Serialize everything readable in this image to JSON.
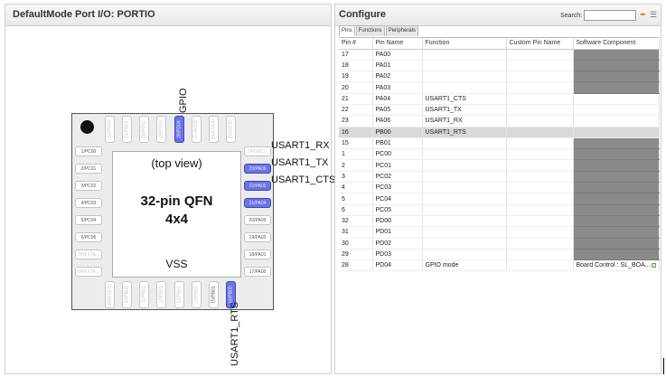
{
  "left_panel": {
    "title": "DefaultMode Port I/O: PORTIO"
  },
  "chip": {
    "top_view": "(top view)",
    "title_line1": "32-pin QFN",
    "title_line2": "4x4",
    "vss": "VSS",
    "left_pins": [
      "1/PC00",
      "2/PC01",
      "3/PC02",
      "4/PC03",
      "5/PC04",
      "6/PC05",
      "7/HFXTA...",
      "8/HFXTA..."
    ],
    "right_pins": [
      "24/DEC...",
      "23/PA06",
      "22/PA05",
      "21/PA04",
      "20/PA03",
      "19/PA02",
      "18/PA01",
      "17/PA00"
    ],
    "top_pins": [
      "32/PD00",
      "31/PD01",
      "30/PD02",
      "29/PD03",
      "28/PD04",
      "27/AVDD",
      "26/IOVDD",
      "25/DVDD"
    ],
    "bottom_pins": [
      "9/RESETn",
      "10/PB00",
      "11/PB01",
      "12/PB02",
      "13/PB03",
      "14/PB04",
      "15/PB01",
      "16/PB00"
    ],
    "signals": {
      "gpio": "GPIO",
      "rx": "USART1_RX",
      "tx": "USART1_TX",
      "cts": "USART1_CTS",
      "rts": "USART1_RTS"
    }
  },
  "right_panel": {
    "title": "Configure",
    "search_label": "Search:",
    "search_value": "",
    "tabs": [
      "Pins",
      "Functions",
      "Peripherals"
    ],
    "columns": [
      "Pin #",
      "Pin Name",
      "Function",
      "Custom Pin Name",
      "Software Component"
    ],
    "rows": [
      {
        "pin": "17",
        "name": "PA00",
        "function": "",
        "custom": "",
        "software": "",
        "gray": true
      },
      {
        "pin": "18",
        "name": "PA01",
        "function": "",
        "custom": "",
        "software": "",
        "gray": true
      },
      {
        "pin": "19",
        "name": "PA02",
        "function": "",
        "custom": "",
        "software": "",
        "gray": true
      },
      {
        "pin": "20",
        "name": "PA03",
        "function": "",
        "custom": "",
        "software": "",
        "gray": true
      },
      {
        "pin": "21",
        "name": "PA04",
        "function": "USART1_CTS",
        "custom": "",
        "software": "",
        "gray": false
      },
      {
        "pin": "22",
        "name": "PA05",
        "function": "USART1_TX",
        "custom": "",
        "software": "",
        "gray": false
      },
      {
        "pin": "23",
        "name": "PA06",
        "function": "USART1_RX",
        "custom": "",
        "software": "",
        "gray": false
      },
      {
        "pin": "16",
        "name": "PB00",
        "function": "USART1_RTS",
        "custom": "",
        "software": "",
        "gray": false,
        "selected": true
      },
      {
        "pin": "15",
        "name": "PB01",
        "function": "",
        "custom": "",
        "software": "",
        "gray": true
      },
      {
        "pin": "1",
        "name": "PC00",
        "function": "",
        "custom": "",
        "software": "",
        "gray": true
      },
      {
        "pin": "2",
        "name": "PC01",
        "function": "",
        "custom": "",
        "software": "",
        "gray": true
      },
      {
        "pin": "3",
        "name": "PC02",
        "function": "",
        "custom": "",
        "software": "",
        "gray": true
      },
      {
        "pin": "4",
        "name": "PC03",
        "function": "",
        "custom": "",
        "software": "",
        "gray": true
      },
      {
        "pin": "5",
        "name": "PC04",
        "function": "",
        "custom": "",
        "software": "",
        "gray": true
      },
      {
        "pin": "6",
        "name": "PC05",
        "function": "",
        "custom": "",
        "software": "",
        "gray": true
      },
      {
        "pin": "32",
        "name": "PD00",
        "function": "",
        "custom": "",
        "software": "",
        "gray": true
      },
      {
        "pin": "31",
        "name": "PD01",
        "function": "",
        "custom": "",
        "software": "",
        "gray": true
      },
      {
        "pin": "30",
        "name": "PD02",
        "function": "",
        "custom": "",
        "software": "",
        "gray": true
      },
      {
        "pin": "29",
        "name": "PD03",
        "function": "",
        "custom": "",
        "software": "",
        "gray": true
      },
      {
        "pin": "28",
        "name": "PD04",
        "function": "GPIO mode",
        "custom": "",
        "software": "Board Control : SL_BOA...",
        "gray": false
      }
    ]
  },
  "colors": {
    "active_pin": "#6a74e6",
    "disabled_cell": "#8a8a8a",
    "selected_row": "#d9d9d9"
  }
}
